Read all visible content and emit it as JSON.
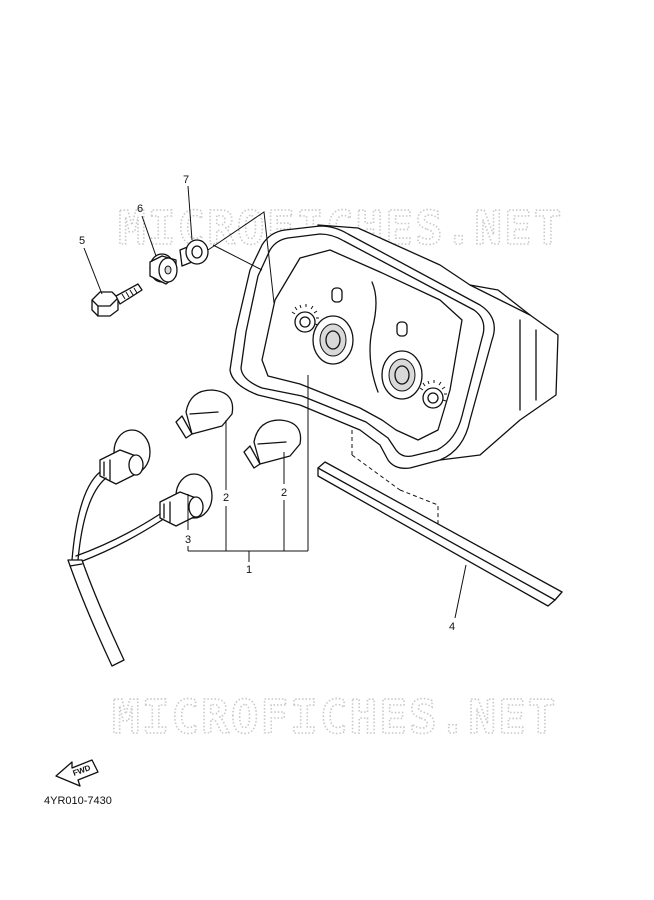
{
  "watermark": {
    "text": "MICROFICHES.NET"
  },
  "callouts": [
    {
      "id": "1",
      "label": "1"
    },
    {
      "id": "2a",
      "label": "2"
    },
    {
      "id": "2b",
      "label": "2"
    },
    {
      "id": "3",
      "label": "3"
    },
    {
      "id": "4",
      "label": "4"
    },
    {
      "id": "5",
      "label": "5"
    },
    {
      "id": "6",
      "label": "6"
    },
    {
      "id": "7",
      "label": "7"
    }
  ],
  "forward_arrow": {
    "label": "FWD"
  },
  "part_code": "4YR010-7430"
}
